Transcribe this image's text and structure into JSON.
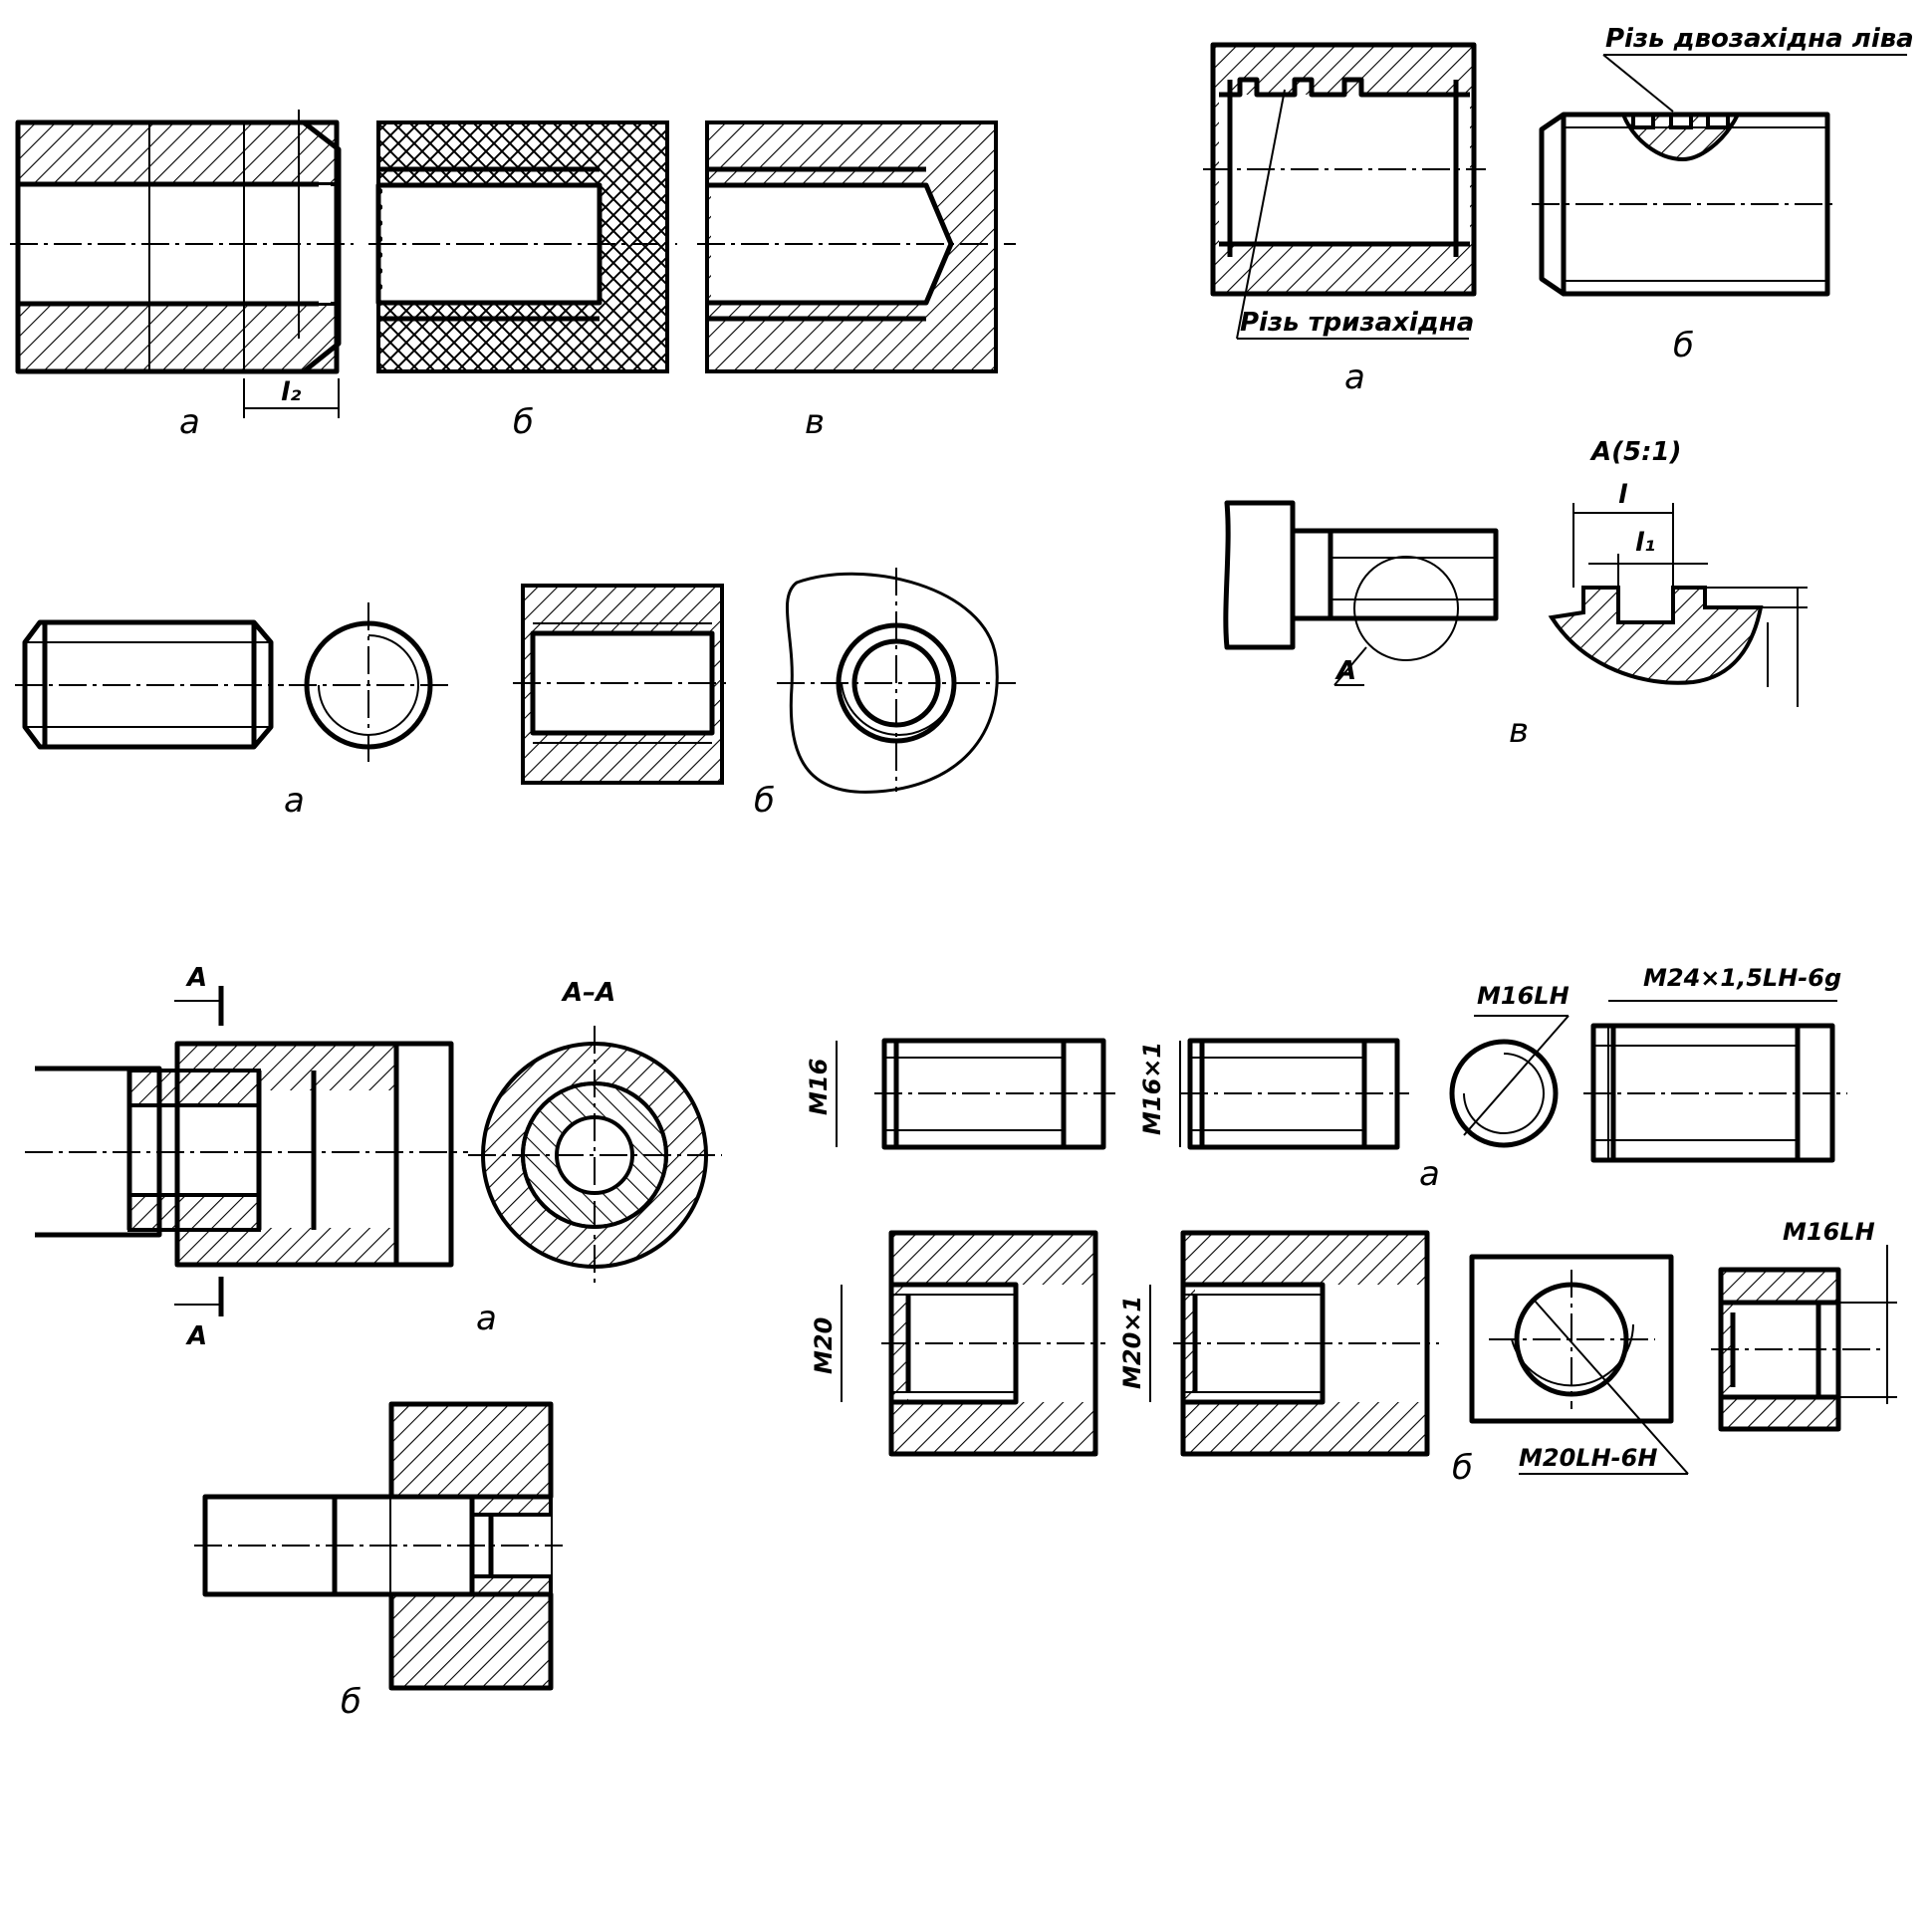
{
  "figure_1": {
    "captions": [
      "а",
      "б",
      "в"
    ],
    "dimension_l2": "l₂"
  },
  "figure_2": {
    "captions": [
      "а",
      "б"
    ]
  },
  "figure_3": {
    "note_triple": "Різь тризахідна",
    "note_double_left": "Різь двозахідна ліва",
    "captions": [
      "а",
      "б",
      "в"
    ],
    "detail_title": "A(5:1)",
    "detail_label": "A",
    "dim_l": "l",
    "dim_l1": "l₁"
  },
  "figure_4": {
    "section_marker": "A",
    "section_title": "A–A",
    "captions": [
      "а",
      "б"
    ]
  },
  "figure_5": {
    "designations": {
      "m16": "M16",
      "m16x1": "M16×1",
      "m16lh": "M16LH",
      "m24": "M24×1,5LH-6g",
      "m20": "M20",
      "m20x1": "M20×1",
      "m20lh6h": "M20LH-6H",
      "m16lh_b": "M16LH"
    },
    "captions": [
      "а",
      "б"
    ]
  }
}
